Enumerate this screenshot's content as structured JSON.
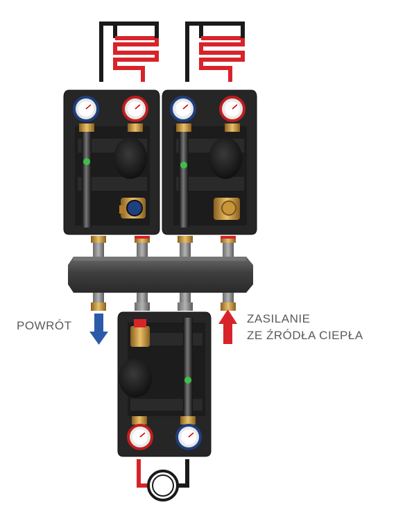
{
  "labels": {
    "return": "POWRÓT",
    "supply_line1": "ZASILANIE",
    "supply_line2": "ZE ŹRÓDŁA CIEPŁA"
  },
  "arrows": {
    "return_direction": "down",
    "supply_direction": "up"
  },
  "colors": {
    "supply": "#d8232a",
    "return": "#2b5aa8",
    "pipe_black": "#1a1a1a",
    "insulation": "#2a2a2a",
    "manifold": "#4a4a4a",
    "brass": "#c8963a"
  },
  "icons": {
    "heating_circuit": "radiator-coil-icon",
    "boiler": "boiler-circle-icon",
    "gauge": "thermometer-gauge-icon",
    "valve": "mixing-valve-icon",
    "pump": "circulation-pump-icon"
  }
}
